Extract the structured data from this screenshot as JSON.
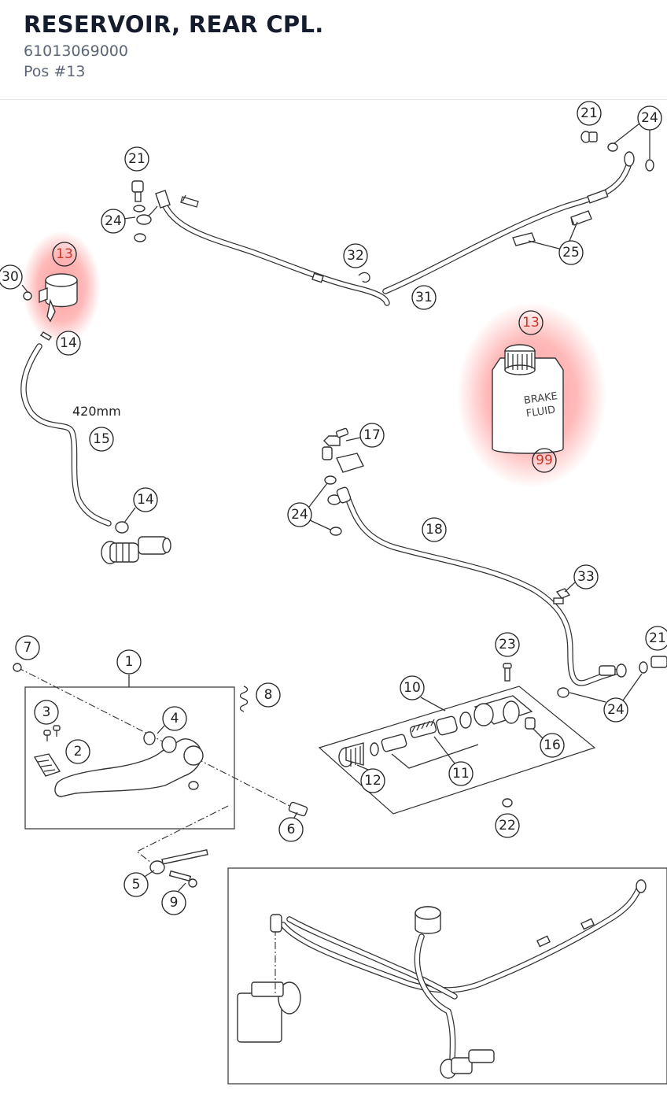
{
  "header": {
    "title": "RESERVOIR, REAR CPL.",
    "part_number": "61013069000",
    "position": "Pos #13"
  },
  "diagram": {
    "highlight_color": "#ff8080",
    "hose_length_label": "420mm",
    "bottle_text_line1": "BRAKE",
    "bottle_text_line2": "FLUID",
    "callouts": {
      "c21a": "21",
      "c24a": "24",
      "c21b": "21",
      "c24b": "24",
      "c32": "32",
      "c31": "31",
      "c25": "25",
      "c13a": "13",
      "c30": "30",
      "c14a": "14",
      "c15": "15",
      "c14b": "14",
      "c13b": "13",
      "c99": "99",
      "c17": "17",
      "c24c": "24",
      "c18": "18",
      "c33": "33",
      "c7": "7",
      "c1": "1",
      "c8": "8",
      "c3": "3",
      "c4": "4",
      "c2": "2",
      "c6": "6",
      "c5": "5",
      "c9": "9",
      "c23": "23",
      "c10": "10",
      "c21c": "21",
      "c24d": "24",
      "c16": "16",
      "c11": "11",
      "c12": "12",
      "c22": "22"
    }
  }
}
